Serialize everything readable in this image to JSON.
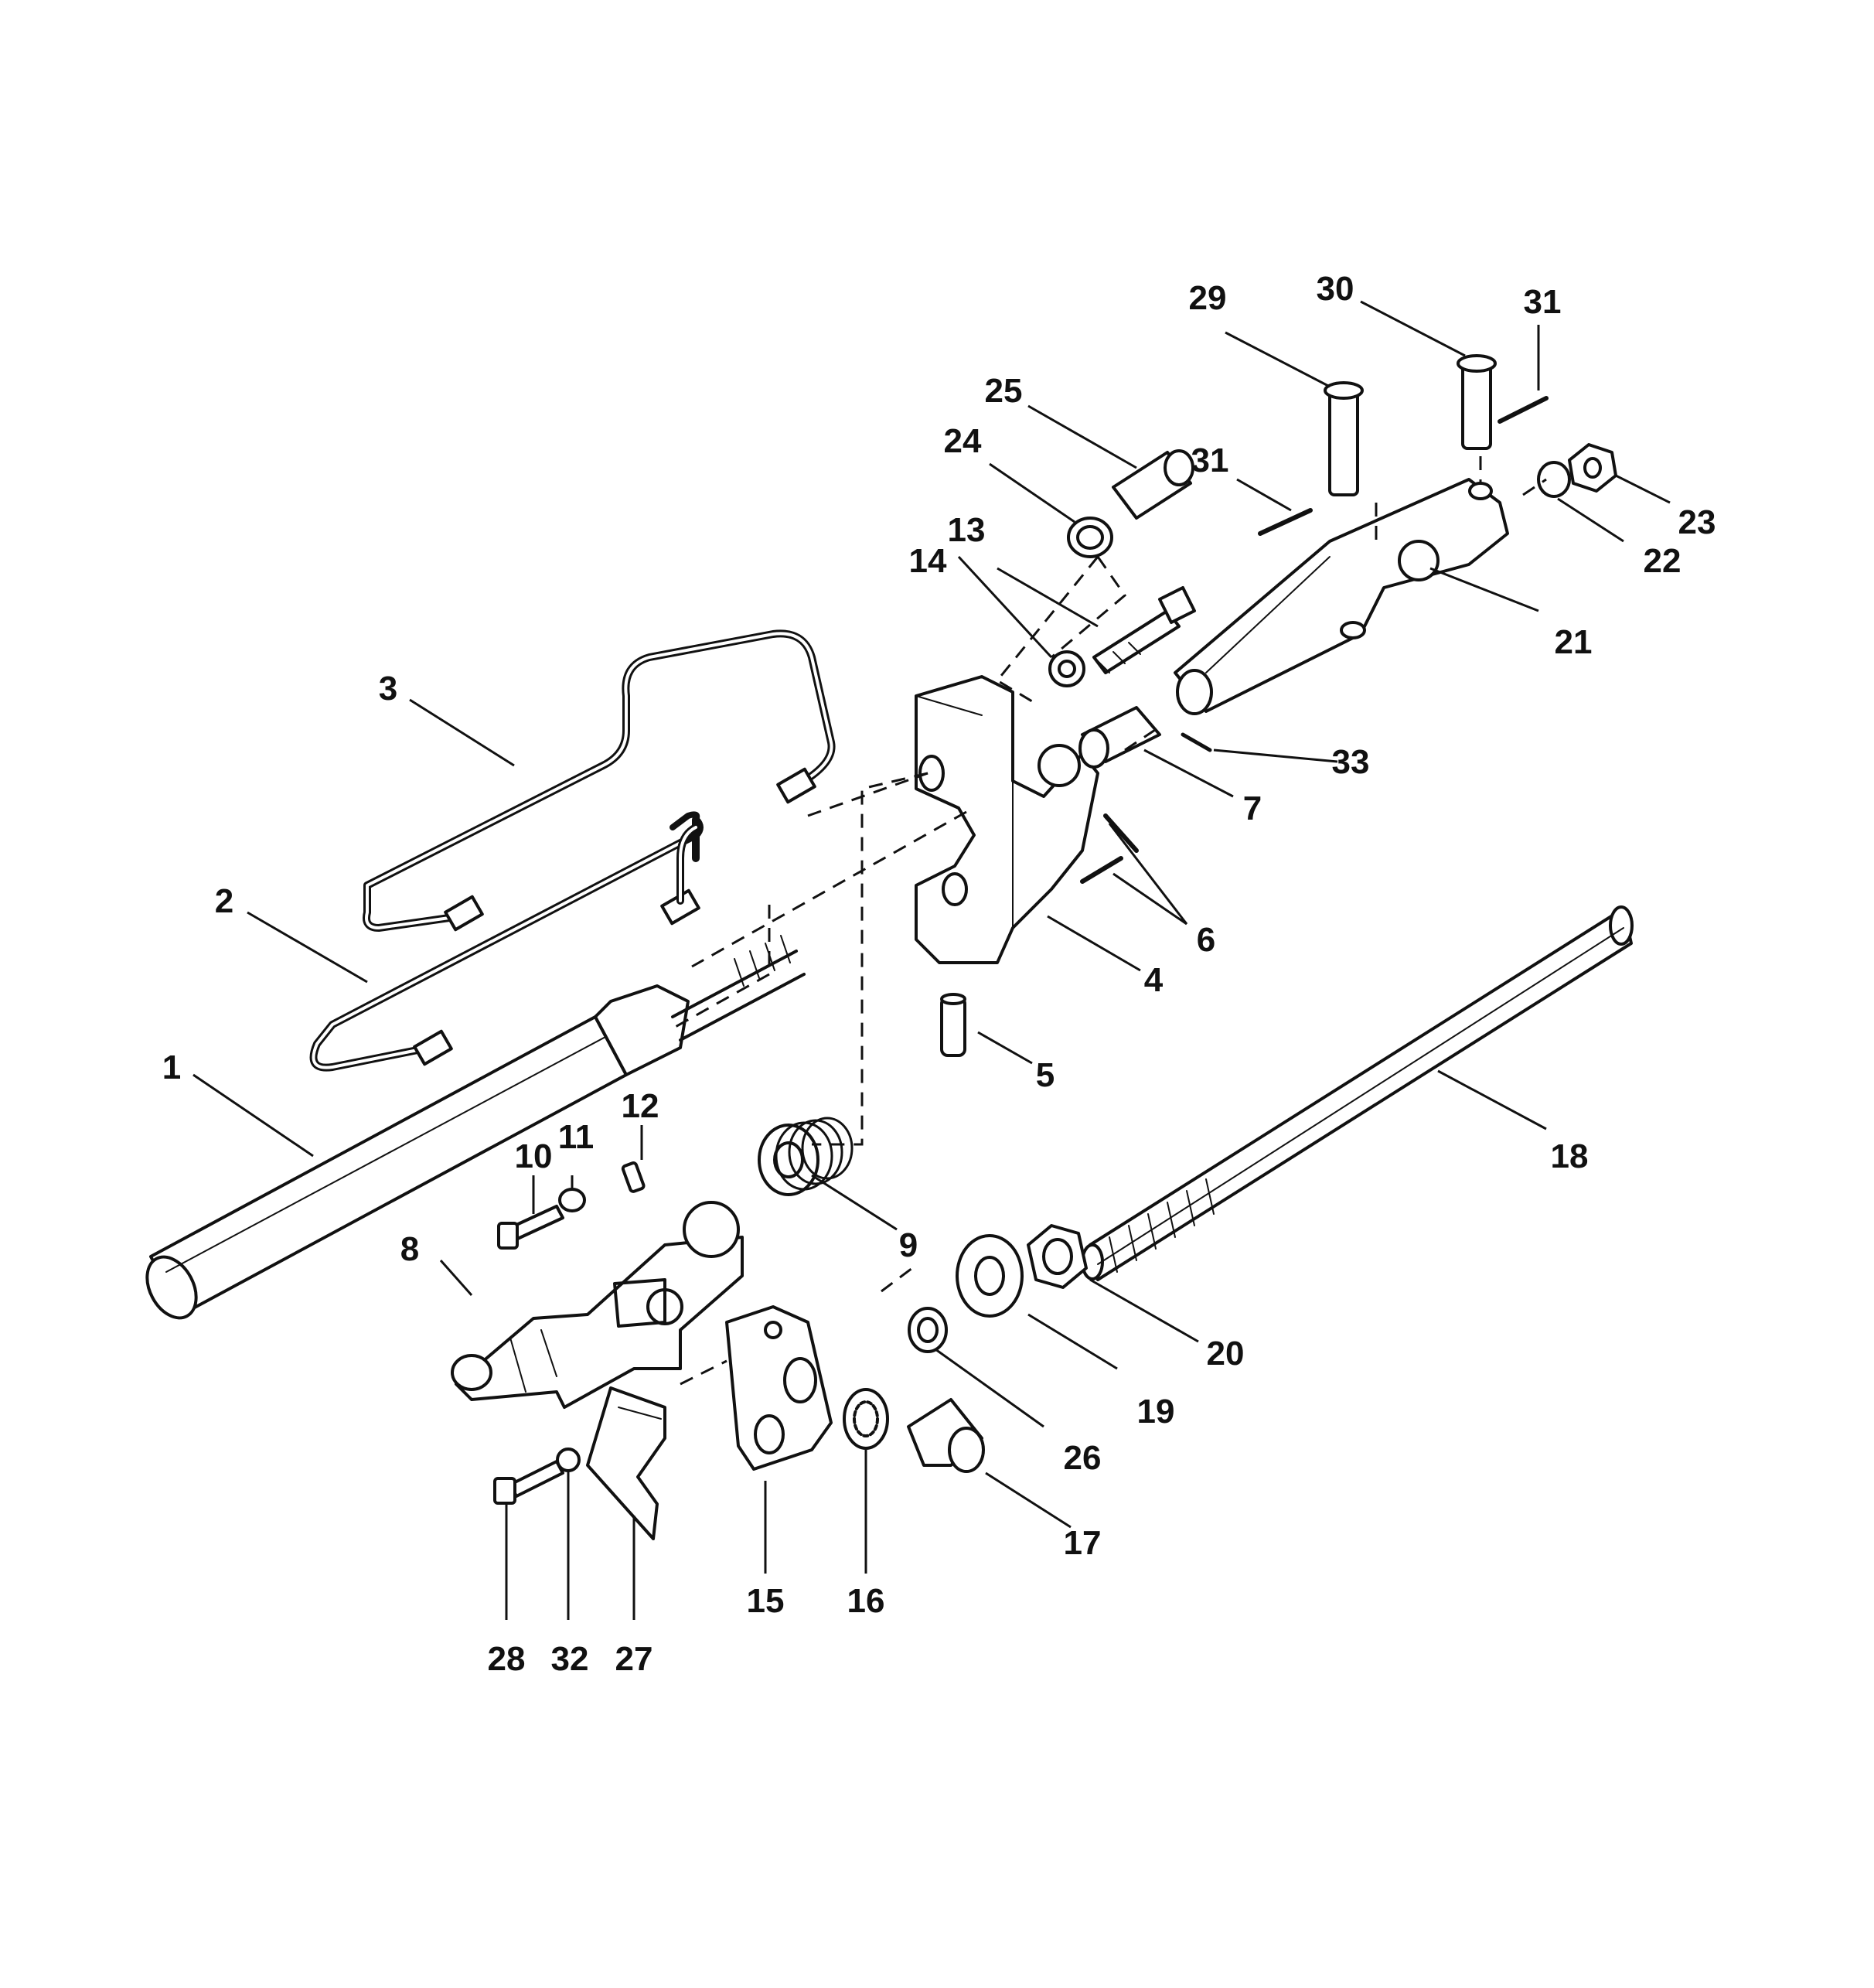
{
  "diagram": {
    "callouts": [
      {
        "id": "c1",
        "text": "1"
      },
      {
        "id": "c2",
        "text": "2"
      },
      {
        "id": "c3",
        "text": "3"
      },
      {
        "id": "c4",
        "text": "4"
      },
      {
        "id": "c5",
        "text": "5"
      },
      {
        "id": "c6",
        "text": "6"
      },
      {
        "id": "c7",
        "text": "7"
      },
      {
        "id": "c8",
        "text": "8"
      },
      {
        "id": "c9",
        "text": "9"
      },
      {
        "id": "c10",
        "text": "10"
      },
      {
        "id": "c11",
        "text": "11"
      },
      {
        "id": "c12",
        "text": "12"
      },
      {
        "id": "c13",
        "text": "13"
      },
      {
        "id": "c14",
        "text": "14"
      },
      {
        "id": "c15",
        "text": "15"
      },
      {
        "id": "c16",
        "text": "16"
      },
      {
        "id": "c17",
        "text": "17"
      },
      {
        "id": "c18",
        "text": "18"
      },
      {
        "id": "c19",
        "text": "19"
      },
      {
        "id": "c20",
        "text": "20"
      },
      {
        "id": "c21",
        "text": "21"
      },
      {
        "id": "c22",
        "text": "22"
      },
      {
        "id": "c23",
        "text": "23"
      },
      {
        "id": "c24",
        "text": "24"
      },
      {
        "id": "c25",
        "text": "25"
      },
      {
        "id": "c26",
        "text": "26"
      },
      {
        "id": "c27",
        "text": "27"
      },
      {
        "id": "c28",
        "text": "28"
      },
      {
        "id": "c29",
        "text": "29"
      },
      {
        "id": "c30",
        "text": "30"
      },
      {
        "id": "c31a",
        "text": "31"
      },
      {
        "id": "c31b",
        "text": "31"
      },
      {
        "id": "c32",
        "text": "32"
      },
      {
        "id": "c33",
        "text": "33"
      }
    ]
  }
}
